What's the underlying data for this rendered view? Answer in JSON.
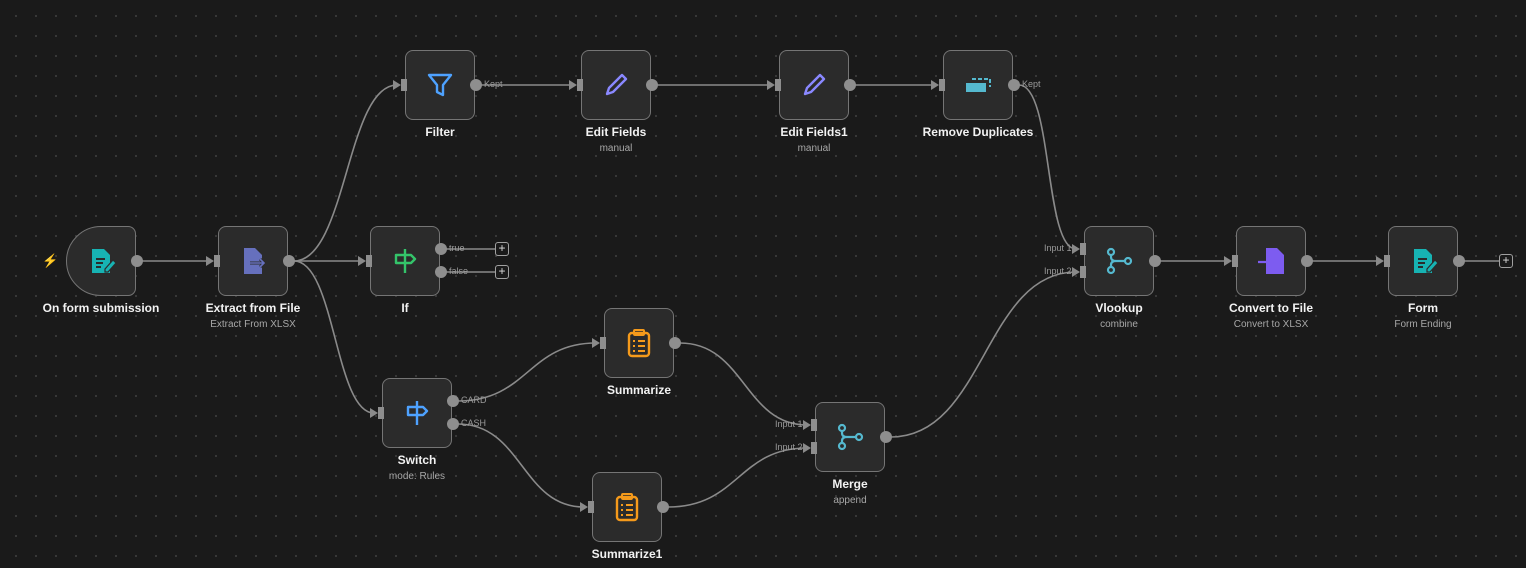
{
  "canvas": {
    "title": "n8n workflow editor"
  },
  "nodes": [
    {
      "id": "form_trigger",
      "label": "On form submission",
      "subtitle": "",
      "icon": "form-icon",
      "color": "#17b3b3",
      "trigger": true
    },
    {
      "id": "extract",
      "label": "Extract from File",
      "subtitle": "Extract From XLSX",
      "icon": "file-export-icon",
      "color": "#6670bd"
    },
    {
      "id": "filter",
      "label": "Filter",
      "subtitle": "",
      "icon": "filter-icon",
      "color": "#4ea2ff",
      "outputs": [
        "Kept"
      ]
    },
    {
      "id": "edit1",
      "label": "Edit Fields",
      "subtitle": "manual",
      "icon": "pen-icon",
      "color": "#8a88ff"
    },
    {
      "id": "edit2",
      "label": "Edit Fields1",
      "subtitle": "manual",
      "icon": "pen-icon",
      "color": "#8a88ff"
    },
    {
      "id": "dedupe",
      "label": "Remove Duplicates",
      "subtitle": "",
      "icon": "remove-duplicates-icon",
      "color": "#55b9cf",
      "outputs": [
        "Kept"
      ]
    },
    {
      "id": "if",
      "label": "If",
      "subtitle": "",
      "icon": "signpost-icon",
      "color": "#34c46a",
      "outputs": [
        "true",
        "false"
      ]
    },
    {
      "id": "switch",
      "label": "Switch",
      "subtitle": "mode: Rules",
      "icon": "signpost-icon",
      "color": "#4ea2ff",
      "outputs": [
        "CARD",
        "CASH"
      ]
    },
    {
      "id": "sum",
      "label": "Summarize",
      "subtitle": "",
      "icon": "clipboard-list-icon",
      "color": "#f59a1b"
    },
    {
      "id": "sum1",
      "label": "Summarize1",
      "subtitle": "",
      "icon": "clipboard-list-icon",
      "color": "#f59a1b"
    },
    {
      "id": "merge",
      "label": "Merge",
      "subtitle": "append",
      "icon": "merge-icon",
      "color": "#55b9cf",
      "inputs": [
        "Input 1",
        "Input 2"
      ]
    },
    {
      "id": "vlookup",
      "label": "Vlookup",
      "subtitle": "combine",
      "icon": "merge-icon",
      "color": "#55b9cf",
      "inputs": [
        "Input 1",
        "Input 2"
      ]
    },
    {
      "id": "convert",
      "label": "Convert to File",
      "subtitle": "Convert to XLSX",
      "icon": "file-import-icon",
      "color": "#7d5cf0"
    },
    {
      "id": "form",
      "label": "Form",
      "subtitle": "Form Ending",
      "icon": "form-icon",
      "color": "#17b3b3"
    }
  ],
  "plus_label": "+",
  "trigger_icon": "lightning-icon"
}
